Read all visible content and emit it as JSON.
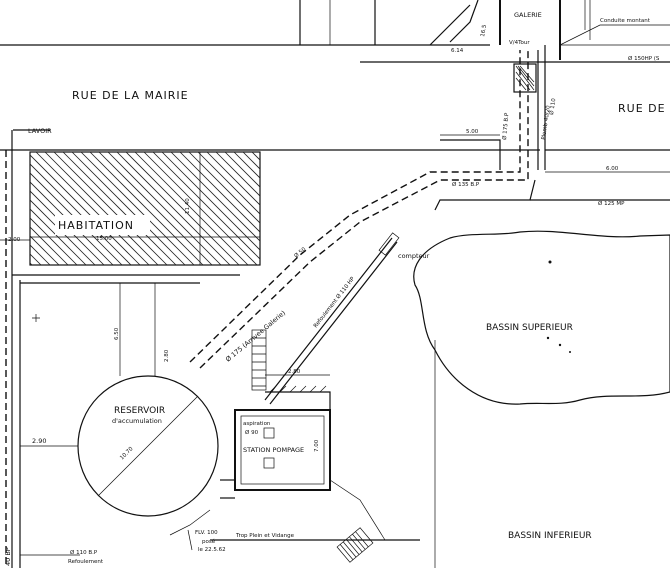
{
  "plan": {
    "streets": {
      "rue_mairie": "RUE DE LA MAIRIE",
      "rue_right": "RUE DE",
      "lavoir": "LAVOIR",
      "galerie": "GALERIE"
    },
    "habitation": {
      "label": "HABITATION",
      "width": "15.00",
      "height": "11.40"
    },
    "reservoir": {
      "title": "RESERVOIR",
      "subtitle": "d'accumulation",
      "diameter": "10.70"
    },
    "station": {
      "label": "STATION POMPAGE",
      "ext": "Ø 90",
      "ext_label": "aspiration",
      "height": "7.00",
      "width": "2.80"
    },
    "basins": {
      "upper": "BASSIN SUPERIEUR",
      "lower": "BASSIN INFERIEUR"
    },
    "pipes": {
      "arrivee": "Ø 175 (Arrivee Galerie)",
      "refoulement": "Refoulement Ø 110 HP",
      "bp135": "Ø 135 B.P",
      "bp110": "Ø 110 B.P",
      "bp110_sub": "Refoulement",
      "mp125": "Ø 125 MP",
      "hp150": "Ø 150HP (S",
      "conduite": "Conduite montant",
      "trop_plein": "Trop Plein et Vidange",
      "plomb": "Plomb 40/20",
      "d110": "Ø 110",
      "d175": "Ø 175 B.P",
      "d50": "Ø 50"
    },
    "misc": {
      "compteur": "compteur",
      "tour": "V/4Tour",
      "flv": "FLV. 100",
      "pose": "posé",
      "pose_date": "le 22.5.62",
      "bp_edge": "40 BP"
    },
    "dims": {
      "d500": "5.00",
      "d600": "6.00",
      "d650": "6.50",
      "d290": "2.90",
      "d200": "2.00",
      "d280": "2.80",
      "d240": "2.40",
      "d614": "6.14",
      "d165": "16.5",
      "d60": "6.0",
      "d280b": "2.80"
    }
  }
}
